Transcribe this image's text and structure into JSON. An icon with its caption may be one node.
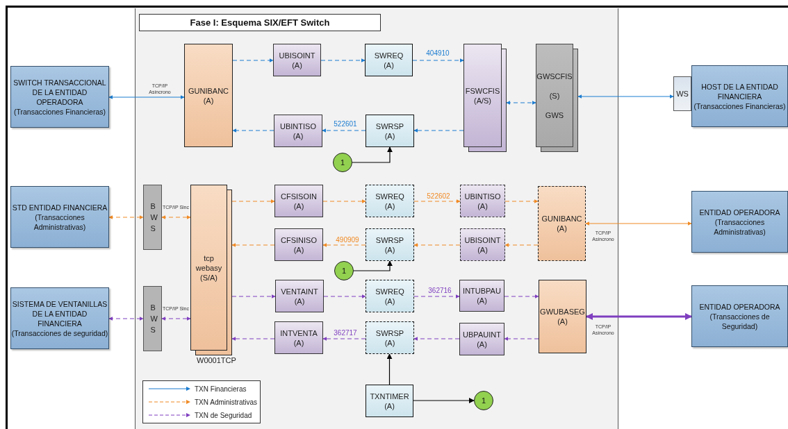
{
  "diagram": {
    "title": "Fase I: Esquema SIX/EFT Switch",
    "nodes": [
      {
        "text": [
          "SWITCH TRANSACCIONAL DE LA ENTIDAD OPERADORA",
          "(Transacciones Financieras)"
        ]
      },
      {
        "text": [
          "GUNIBANC",
          "(A)"
        ]
      },
      {
        "text": [
          "UBISOINT",
          "(A)"
        ]
      },
      {
        "text": [
          "SWREQ",
          "(A)"
        ]
      },
      {
        "text": [
          "FSWCFIS",
          "(A/S)"
        ]
      },
      {
        "text": [
          "GWSCFIS",
          "(S)",
          "GWS"
        ]
      },
      {
        "text": [
          "WS"
        ]
      },
      {
        "text": [
          "HOST DE LA ENTIDAD FINANCIERA",
          "(Transacciones Financieras)"
        ]
      },
      {
        "text": [
          "UBINTISO",
          "(A)"
        ]
      },
      {
        "text": [
          "SWRSP",
          "(A)"
        ]
      },
      {
        "text": [
          "1"
        ]
      },
      {
        "text": [
          "STD ENTIDAD FINANCIERA",
          "(Transacciones Administrativas)"
        ]
      },
      {
        "text": [
          "BWS"
        ]
      },
      {
        "text": [
          "tcp webasy",
          "(S/A)"
        ],
        "beside": [
          "W0001TCP"
        ]
      },
      {
        "text": [
          "CFSISOIN",
          "(A)"
        ]
      },
      {
        "text": [
          "SWREQ",
          "(A)"
        ]
      },
      {
        "text": [
          "UBINTISO",
          "(A)"
        ]
      },
      {
        "text": [
          "GUNIBANC",
          "(A)"
        ]
      },
      {
        "text": [
          "ENTIDAD OPERADORA",
          "(Transacciones Administrativas)"
        ]
      },
      {
        "text": [
          "CFSINISO",
          "(A)"
        ]
      },
      {
        "text": [
          "SWRSP",
          "(A)"
        ]
      },
      {
        "text": [
          "UBISOINT",
          "(A)"
        ]
      },
      {
        "text": [
          "1"
        ]
      },
      {
        "text": [
          "SISTEMA DE VENTANILLAS DE LA ENTIDAD FINANCIERA",
          "(Transacciones de seguridad)"
        ]
      },
      {
        "text": [
          "BWS"
        ]
      },
      {
        "text": [
          "VENTAINT",
          "(A)"
        ]
      },
      {
        "text": [
          "SWREQ",
          "(A)"
        ]
      },
      {
        "text": [
          "INTUBPAU",
          "(A)"
        ]
      },
      {
        "text": [
          "GWUBASEG",
          "(A)"
        ]
      },
      {
        "text": [
          "ENTIDAD OPERADORA",
          "(Transacciones de Seguridad)"
        ]
      },
      {
        "text": [
          "INTVENTA",
          "(A)"
        ]
      },
      {
        "text": [
          "SWRSP",
          "(A)"
        ]
      },
      {
        "text": [
          "UBPAUINT",
          "(A)"
        ]
      },
      {
        "text": [
          "TXNTIMER",
          "(A)"
        ]
      },
      {
        "text": [
          "1"
        ]
      }
    ],
    "edges": [
      {
        "from": 0,
        "to": 1,
        "arrow": "both",
        "label": "TCP/IP Asíncrono",
        "color": "#1b7cd0"
      },
      {
        "from": 1,
        "to": 2,
        "arrow": "to",
        "style": "dashed",
        "color": "#1b7cd0"
      },
      {
        "from": 2,
        "to": 3,
        "arrow": "to",
        "style": "dashed",
        "color": "#1b7cd0"
      },
      {
        "from": 3,
        "to": 4,
        "arrow": "to",
        "style": "dashed",
        "label": "404910",
        "color": "#1b7cd0"
      },
      {
        "from": 4,
        "to": 5,
        "arrow": "both",
        "style": "dashed",
        "color": "#1b7cd0"
      },
      {
        "from": 5,
        "to": 6,
        "arrow": "both",
        "color": "#1b7cd0"
      },
      {
        "from": 4,
        "to": 9,
        "arrow": "to",
        "style": "dashed",
        "color": "#1b7cd0"
      },
      {
        "from": 9,
        "to": 8,
        "arrow": "to",
        "style": "dashed",
        "label": "522601",
        "color": "#1b7cd0"
      },
      {
        "from": 8,
        "to": 1,
        "arrow": "to",
        "style": "dashed",
        "color": "#1b7cd0"
      },
      {
        "from": 10,
        "to": 9,
        "arrow": "to",
        "color": "#000000"
      },
      {
        "from": 11,
        "to": 12,
        "arrow": "both",
        "style": "dashed",
        "color": "#f08a24"
      },
      {
        "from": 12,
        "to": 13,
        "arrow": "both",
        "style": "dashed",
        "label": "TCP/IP Sinc",
        "color": "#f08a24"
      },
      {
        "from": 13,
        "to": 14,
        "arrow": "to",
        "style": "dashed",
        "color": "#f08a24"
      },
      {
        "from": 14,
        "to": 15,
        "arrow": "to",
        "style": "dashed",
        "color": "#f08a24"
      },
      {
        "from": 15,
        "to": 16,
        "arrow": "to",
        "style": "dashed",
        "label": "522602",
        "color": "#f08a24"
      },
      {
        "from": 16,
        "to": 17,
        "arrow": "to",
        "style": "dashed",
        "color": "#f08a24"
      },
      {
        "from": 17,
        "to": 18,
        "arrow": "both",
        "label": "TCP/IP Asíncrono",
        "color": "#f08a24"
      },
      {
        "from": 17,
        "to": 21,
        "arrow": "to",
        "style": "dashed",
        "color": "#f08a24"
      },
      {
        "from": 21,
        "to": 20,
        "arrow": "to",
        "style": "dashed",
        "color": "#f08a24"
      },
      {
        "from": 20,
        "to": 19,
        "arrow": "to",
        "style": "dashed",
        "label": "490909",
        "color": "#f08a24"
      },
      {
        "from": 19,
        "to": 13,
        "arrow": "to",
        "style": "dashed",
        "color": "#f08a24"
      },
      {
        "from": 22,
        "to": 20,
        "arrow": "to",
        "color": "#000000"
      },
      {
        "from": 23,
        "to": 24,
        "arrow": "both",
        "style": "dashed",
        "color": "#7f3fbf"
      },
      {
        "from": 24,
        "to": 13,
        "arrow": "both",
        "style": "dashed",
        "label": "TCP/IP Sinc",
        "color": "#7f3fbf"
      },
      {
        "from": 13,
        "to": 25,
        "arrow": "to",
        "style": "dashed",
        "color": "#7f3fbf"
      },
      {
        "from": 25,
        "to": 26,
        "arrow": "to",
        "style": "dashed",
        "color": "#7f3fbf"
      },
      {
        "from": 26,
        "to": 27,
        "arrow": "to",
        "style": "dashed",
        "label": "362716",
        "color": "#7f3fbf"
      },
      {
        "from": 27,
        "to": 28,
        "arrow": "to",
        "style": "dashed",
        "color": "#7f3fbf"
      },
      {
        "from": 28,
        "to": 29,
        "arrow": "both",
        "style": "thick",
        "label": "TCP/IP Asíncrono",
        "color": "#7f3fbf"
      },
      {
        "from": 28,
        "to": 32,
        "arrow": "to",
        "style": "dashed",
        "color": "#7f3fbf"
      },
      {
        "from": 32,
        "to": 31,
        "arrow": "to",
        "style": "dashed",
        "color": "#7f3fbf"
      },
      {
        "from": 31,
        "to": 30,
        "arrow": "to",
        "style": "dashed",
        "label": "362717",
        "color": "#7f3fbf"
      },
      {
        "from": 30,
        "to": 13,
        "arrow": "to",
        "style": "dashed",
        "color": "#7f3fbf"
      },
      {
        "from": 33,
        "to": 31,
        "arrow": "to",
        "color": "#000000"
      },
      {
        "from": 33,
        "to": 34,
        "arrow": "to",
        "color": "#000000"
      }
    ],
    "legend": [
      {
        "text": "TXN Financieras"
      },
      {
        "text": "TXN Administrativas"
      },
      {
        "text": "TXN de Seguridad"
      }
    ]
  }
}
